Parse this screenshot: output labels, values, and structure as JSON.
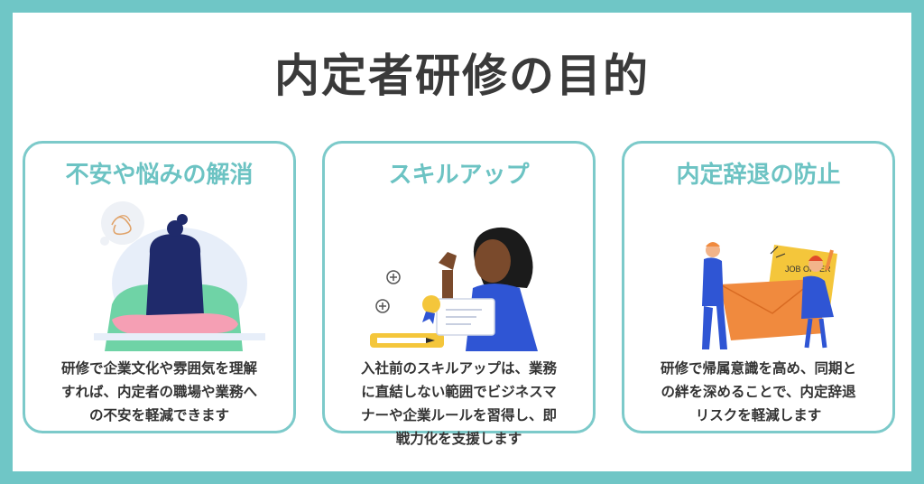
{
  "title": "内定者研修の目的",
  "cards": [
    {
      "heading": "不安や悩みの解消",
      "body": "研修で企業文化や雰囲気を理解\nすれば、内定者の職場や業務へ\nの不安を軽減できます"
    },
    {
      "heading": "スキルアップ",
      "body": "入社前のスキルアップは、業務\nに直結しない範囲でビジネスマ\nナーや企業ルールを習得し、即\n戦力化を支援します"
    },
    {
      "heading": "内定辞退の防止",
      "body": "研修で帰属意識を高め、同期と\nの絆を深めることで、内定辞退\nリスクを軽減します"
    }
  ],
  "offer_letter_text": "JOB OFFER",
  "colors": {
    "frame": "#6fc6c6",
    "accent": "#6cc3c3",
    "title": "#3a3a3a",
    "text": "#333333"
  }
}
